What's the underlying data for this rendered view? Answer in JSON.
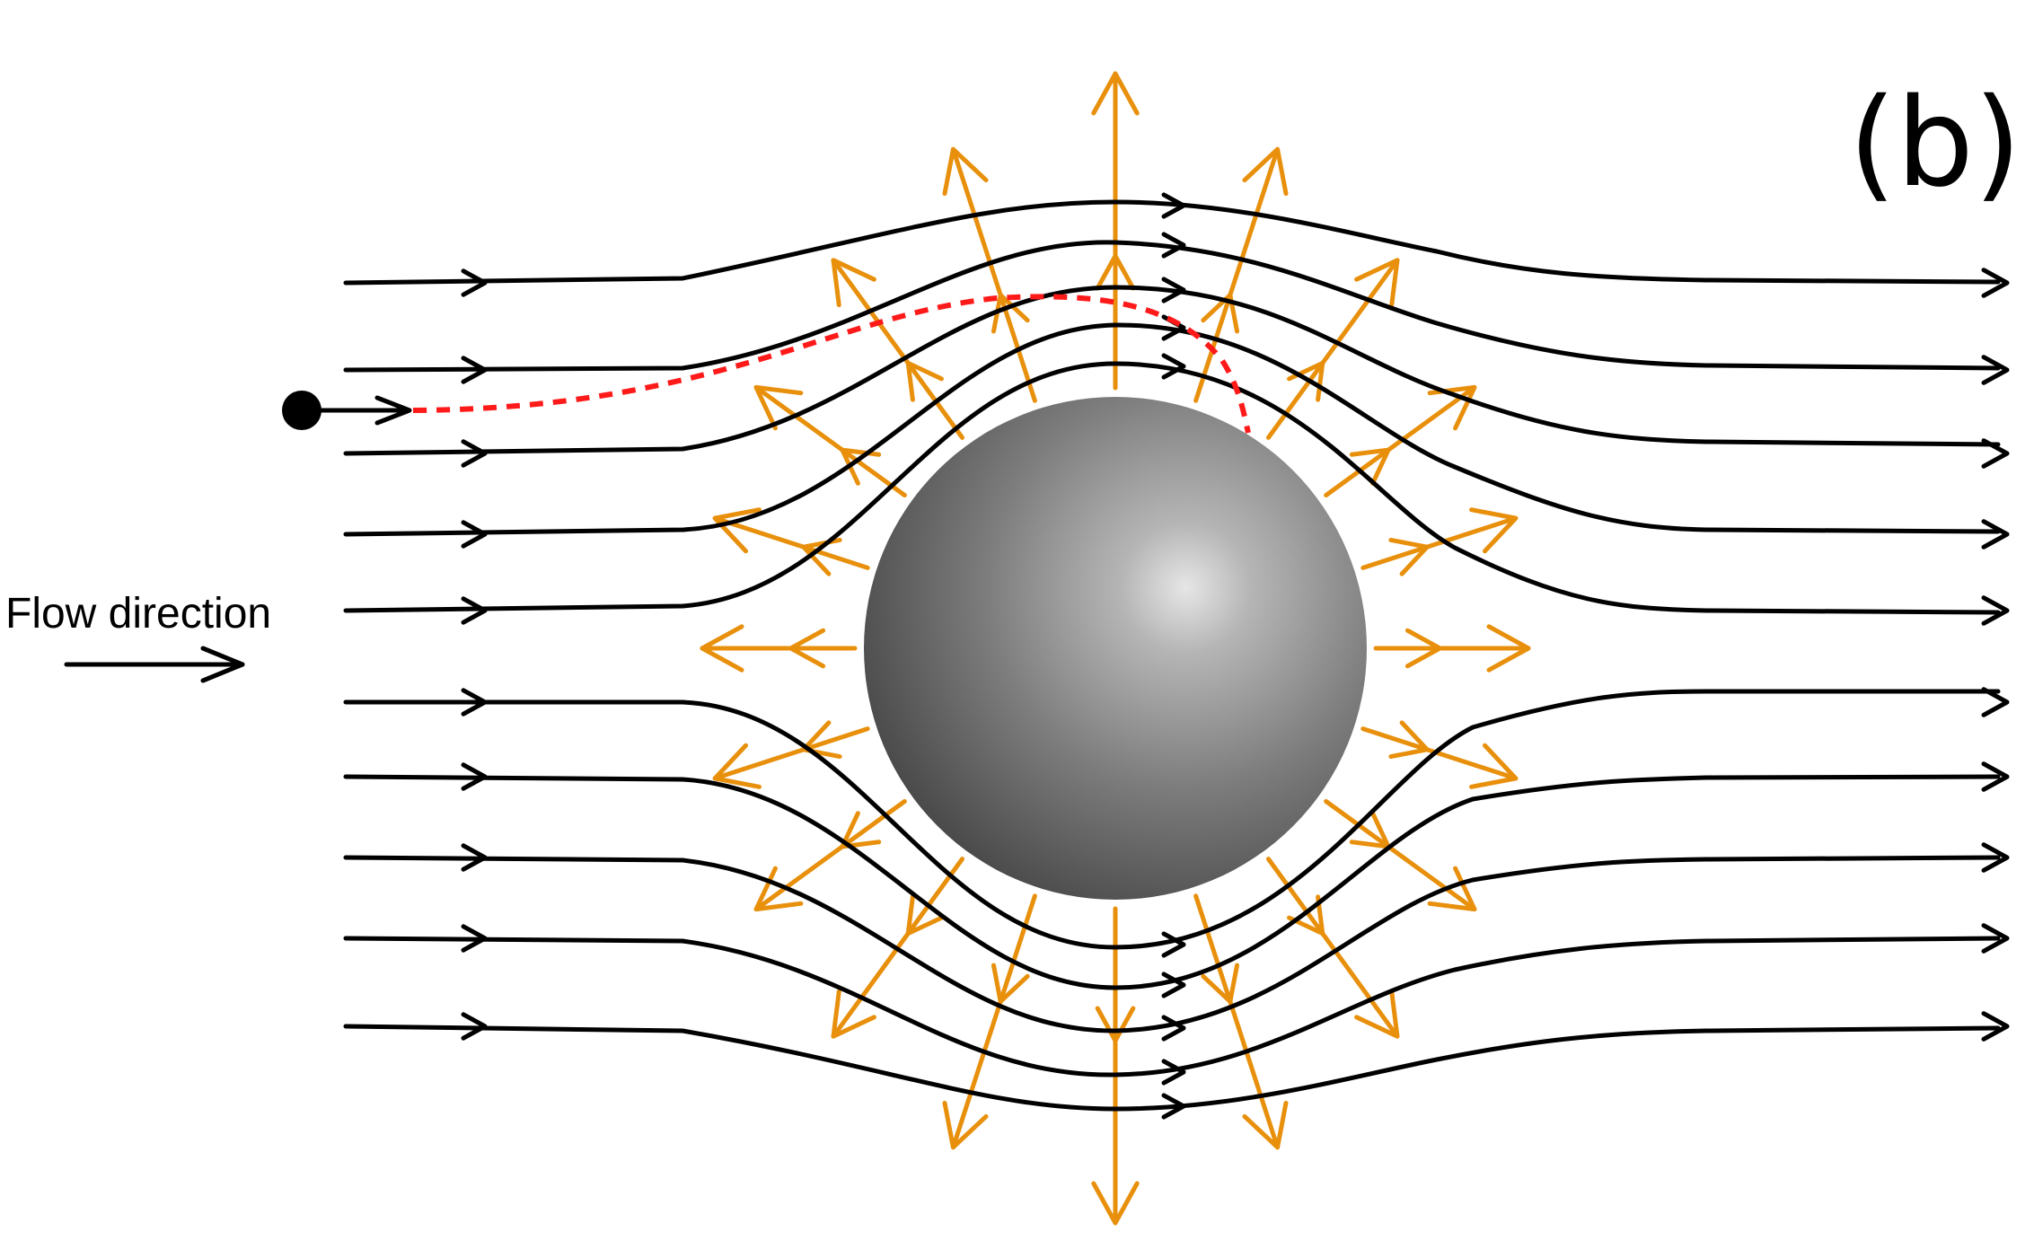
{
  "labels": {
    "panel": "(b)",
    "flow_direction": "Flow direction"
  },
  "colors": {
    "background": "#ffffff",
    "streamline": "#000000",
    "radial_arrow": "#e8900c",
    "particle_path": "#ff1a1a",
    "particle": "#000000",
    "sphere_light": "#e6e6e6",
    "sphere_mid": "#8a8a8a",
    "sphere_dark": "#444444"
  },
  "diagram": {
    "streamline_count": 10,
    "radial_arrow_count": 20,
    "object": "sphere",
    "particle_marker": "dot"
  }
}
